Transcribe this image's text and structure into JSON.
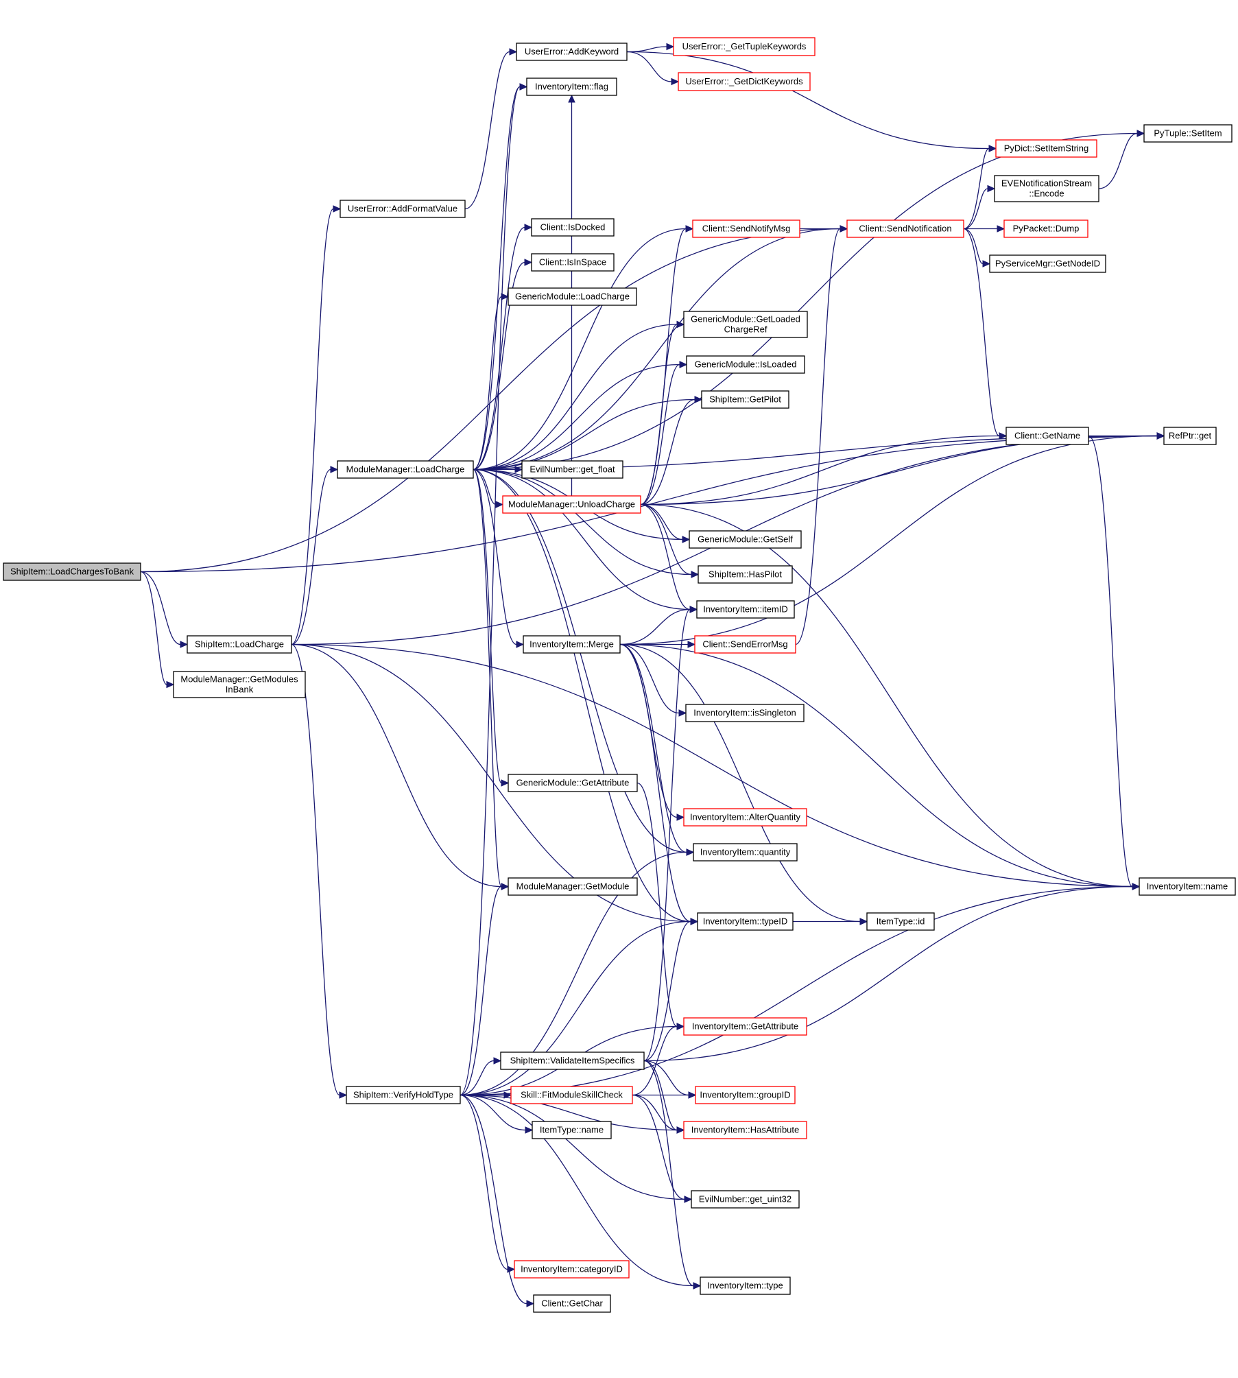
{
  "diagram": {
    "colors": {
      "edge": "#191970",
      "node_border": "#000000",
      "truncated_border": "#ff0000",
      "root_fill": "#bfbfbf",
      "node_fill": "#ffffff"
    },
    "nodes": [
      {
        "id": "n0",
        "lines": [
          "ShipItem::LoadChargesToBank"
        ],
        "style": "root"
      },
      {
        "id": "n1",
        "lines": [
          "ShipItem::LoadCharge"
        ],
        "style": "normal"
      },
      {
        "id": "n2",
        "lines": [
          "ModuleManager::GetModules",
          "InBank"
        ],
        "style": "normal"
      },
      {
        "id": "n3",
        "lines": [
          "UserError::AddFormatValue"
        ],
        "style": "normal"
      },
      {
        "id": "n4",
        "lines": [
          "ModuleManager::LoadCharge"
        ],
        "style": "normal"
      },
      {
        "id": "n5",
        "lines": [
          "ShipItem::VerifyHoldType"
        ],
        "style": "normal"
      },
      {
        "id": "n6",
        "lines": [
          "UserError::AddKeyword"
        ],
        "style": "normal"
      },
      {
        "id": "n7",
        "lines": [
          "InventoryItem::flag"
        ],
        "style": "normal"
      },
      {
        "id": "n8",
        "lines": [
          "Client::IsDocked"
        ],
        "style": "normal"
      },
      {
        "id": "n9",
        "lines": [
          "Client::IsInSpace"
        ],
        "style": "normal"
      },
      {
        "id": "n10",
        "lines": [
          "GenericModule::LoadCharge"
        ],
        "style": "normal"
      },
      {
        "id": "n11",
        "lines": [
          "EvilNumber::get_float"
        ],
        "style": "normal"
      },
      {
        "id": "n12",
        "lines": [
          "ModuleManager::UnloadCharge"
        ],
        "style": "red"
      },
      {
        "id": "n13",
        "lines": [
          "InventoryItem::Merge"
        ],
        "style": "normal"
      },
      {
        "id": "n14",
        "lines": [
          "GenericModule::GetAttribute"
        ],
        "style": "normal"
      },
      {
        "id": "n15",
        "lines": [
          "ModuleManager::GetModule"
        ],
        "style": "normal"
      },
      {
        "id": "n16",
        "lines": [
          "ShipItem::ValidateItemSpecifics"
        ],
        "style": "normal"
      },
      {
        "id": "n17",
        "lines": [
          "Skill::FitModuleSkillCheck"
        ],
        "style": "red"
      },
      {
        "id": "n18",
        "lines": [
          "ItemType::name"
        ],
        "style": "normal"
      },
      {
        "id": "n19",
        "lines": [
          "InventoryItem::categoryID"
        ],
        "style": "red"
      },
      {
        "id": "n20",
        "lines": [
          "Client::GetChar"
        ],
        "style": "normal"
      },
      {
        "id": "n21",
        "lines": [
          "UserError::_GetTupleKeywords"
        ],
        "style": "red"
      },
      {
        "id": "n22",
        "lines": [
          "UserError::_GetDictKeywords"
        ],
        "style": "red"
      },
      {
        "id": "n23",
        "lines": [
          "Client::SendNotifyMsg"
        ],
        "style": "red"
      },
      {
        "id": "n24",
        "lines": [
          "GenericModule::GetLoaded",
          "ChargeRef"
        ],
        "style": "normal"
      },
      {
        "id": "n25",
        "lines": [
          "GenericModule::IsLoaded"
        ],
        "style": "normal"
      },
      {
        "id": "n26",
        "lines": [
          "ShipItem::GetPilot"
        ],
        "style": "normal"
      },
      {
        "id": "n27",
        "lines": [
          "GenericModule::GetSelf"
        ],
        "style": "normal"
      },
      {
        "id": "n28",
        "lines": [
          "ShipItem::HasPilot"
        ],
        "style": "normal"
      },
      {
        "id": "n29",
        "lines": [
          "InventoryItem::itemID"
        ],
        "style": "normal"
      },
      {
        "id": "n30",
        "lines": [
          "Client::SendErrorMsg"
        ],
        "style": "red"
      },
      {
        "id": "n31",
        "lines": [
          "InventoryItem::isSingleton"
        ],
        "style": "normal"
      },
      {
        "id": "n32",
        "lines": [
          "InventoryItem::AlterQuantity"
        ],
        "style": "red"
      },
      {
        "id": "n33",
        "lines": [
          "InventoryItem::quantity"
        ],
        "style": "normal"
      },
      {
        "id": "n34",
        "lines": [
          "InventoryItem::typeID"
        ],
        "style": "normal"
      },
      {
        "id": "n35",
        "lines": [
          "InventoryItem::GetAttribute"
        ],
        "style": "red"
      },
      {
        "id": "n36",
        "lines": [
          "InventoryItem::groupID"
        ],
        "style": "red"
      },
      {
        "id": "n37",
        "lines": [
          "InventoryItem::HasAttribute"
        ],
        "style": "red"
      },
      {
        "id": "n38",
        "lines": [
          "EvilNumber::get_uint32"
        ],
        "style": "normal"
      },
      {
        "id": "n39",
        "lines": [
          "InventoryItem::type"
        ],
        "style": "normal"
      },
      {
        "id": "n40",
        "lines": [
          "Client::SendNotification"
        ],
        "style": "red"
      },
      {
        "id": "n41",
        "lines": [
          "ItemType::id"
        ],
        "style": "normal"
      },
      {
        "id": "n42",
        "lines": [
          "PyDict::SetItemString"
        ],
        "style": "red"
      },
      {
        "id": "n43",
        "lines": [
          "EVENotificationStream",
          "::Encode"
        ],
        "style": "normal"
      },
      {
        "id": "n44",
        "lines": [
          "PyPacket::Dump"
        ],
        "style": "red"
      },
      {
        "id": "n45",
        "lines": [
          "PyServiceMgr::GetNodeID"
        ],
        "style": "normal"
      },
      {
        "id": "n46",
        "lines": [
          "Client::GetName"
        ],
        "style": "normal"
      },
      {
        "id": "n47",
        "lines": [
          "PyTuple::SetItem"
        ],
        "style": "normal"
      },
      {
        "id": "n48",
        "lines": [
          "RefPtr::get"
        ],
        "style": "normal"
      },
      {
        "id": "n49",
        "lines": [
          "InventoryItem::name"
        ],
        "style": "normal"
      }
    ],
    "edges": [
      [
        "n0",
        "n1"
      ],
      [
        "n0",
        "n2"
      ],
      [
        "n0",
        "n40"
      ],
      [
        "n0",
        "n48"
      ],
      [
        "n1",
        "n3"
      ],
      [
        "n1",
        "n4"
      ],
      [
        "n1",
        "n5"
      ],
      [
        "n1",
        "n15"
      ],
      [
        "n1",
        "n34"
      ],
      [
        "n1",
        "n49"
      ],
      [
        "n1",
        "n48"
      ],
      [
        "n3",
        "n6"
      ],
      [
        "n6",
        "n21"
      ],
      [
        "n6",
        "n22"
      ],
      [
        "n6",
        "n42"
      ],
      [
        "n4",
        "n7"
      ],
      [
        "n4",
        "n8"
      ],
      [
        "n4",
        "n9"
      ],
      [
        "n4",
        "n10"
      ],
      [
        "n4",
        "n11"
      ],
      [
        "n4",
        "n12"
      ],
      [
        "n4",
        "n13"
      ],
      [
        "n4",
        "n14"
      ],
      [
        "n4",
        "n15"
      ],
      [
        "n4",
        "n23"
      ],
      [
        "n4",
        "n24"
      ],
      [
        "n4",
        "n25"
      ],
      [
        "n4",
        "n26"
      ],
      [
        "n4",
        "n27"
      ],
      [
        "n4",
        "n28"
      ],
      [
        "n4",
        "n29"
      ],
      [
        "n4",
        "n33"
      ],
      [
        "n4",
        "n34"
      ],
      [
        "n4",
        "n48"
      ],
      [
        "n4",
        "n47"
      ],
      [
        "n4",
        "n40"
      ],
      [
        "n12",
        "n7"
      ],
      [
        "n12",
        "n23"
      ],
      [
        "n12",
        "n24"
      ],
      [
        "n12",
        "n25"
      ],
      [
        "n12",
        "n26"
      ],
      [
        "n12",
        "n27"
      ],
      [
        "n12",
        "n28"
      ],
      [
        "n12",
        "n29"
      ],
      [
        "n12",
        "n46"
      ],
      [
        "n12",
        "n48"
      ],
      [
        "n12",
        "n49"
      ],
      [
        "n13",
        "n29"
      ],
      [
        "n13",
        "n30"
      ],
      [
        "n13",
        "n31"
      ],
      [
        "n13",
        "n32"
      ],
      [
        "n13",
        "n33"
      ],
      [
        "n13",
        "n34"
      ],
      [
        "n13",
        "n41"
      ],
      [
        "n13",
        "n48"
      ],
      [
        "n13",
        "n49"
      ],
      [
        "n14",
        "n35"
      ],
      [
        "n5",
        "n7"
      ],
      [
        "n5",
        "n15"
      ],
      [
        "n5",
        "n16"
      ],
      [
        "n5",
        "n17"
      ],
      [
        "n5",
        "n18"
      ],
      [
        "n5",
        "n19"
      ],
      [
        "n5",
        "n20"
      ],
      [
        "n5",
        "n33"
      ],
      [
        "n5",
        "n34"
      ],
      [
        "n5",
        "n35"
      ],
      [
        "n5",
        "n36"
      ],
      [
        "n5",
        "n37"
      ],
      [
        "n5",
        "n38"
      ],
      [
        "n5",
        "n39"
      ],
      [
        "n5",
        "n49"
      ],
      [
        "n16",
        "n29"
      ],
      [
        "n16",
        "n34"
      ],
      [
        "n16",
        "n36"
      ],
      [
        "n16",
        "n37"
      ],
      [
        "n16",
        "n39"
      ],
      [
        "n16",
        "n49"
      ],
      [
        "n17",
        "n35"
      ],
      [
        "n17",
        "n37"
      ],
      [
        "n17",
        "n38"
      ],
      [
        "n23",
        "n40"
      ],
      [
        "n30",
        "n40"
      ],
      [
        "n40",
        "n42"
      ],
      [
        "n40",
        "n43"
      ],
      [
        "n40",
        "n44"
      ],
      [
        "n40",
        "n45"
      ],
      [
        "n40",
        "n46"
      ],
      [
        "n43",
        "n47"
      ],
      [
        "n46",
        "n48"
      ],
      [
        "n46",
        "n49"
      ],
      [
        "n34",
        "n41"
      ]
    ]
  }
}
